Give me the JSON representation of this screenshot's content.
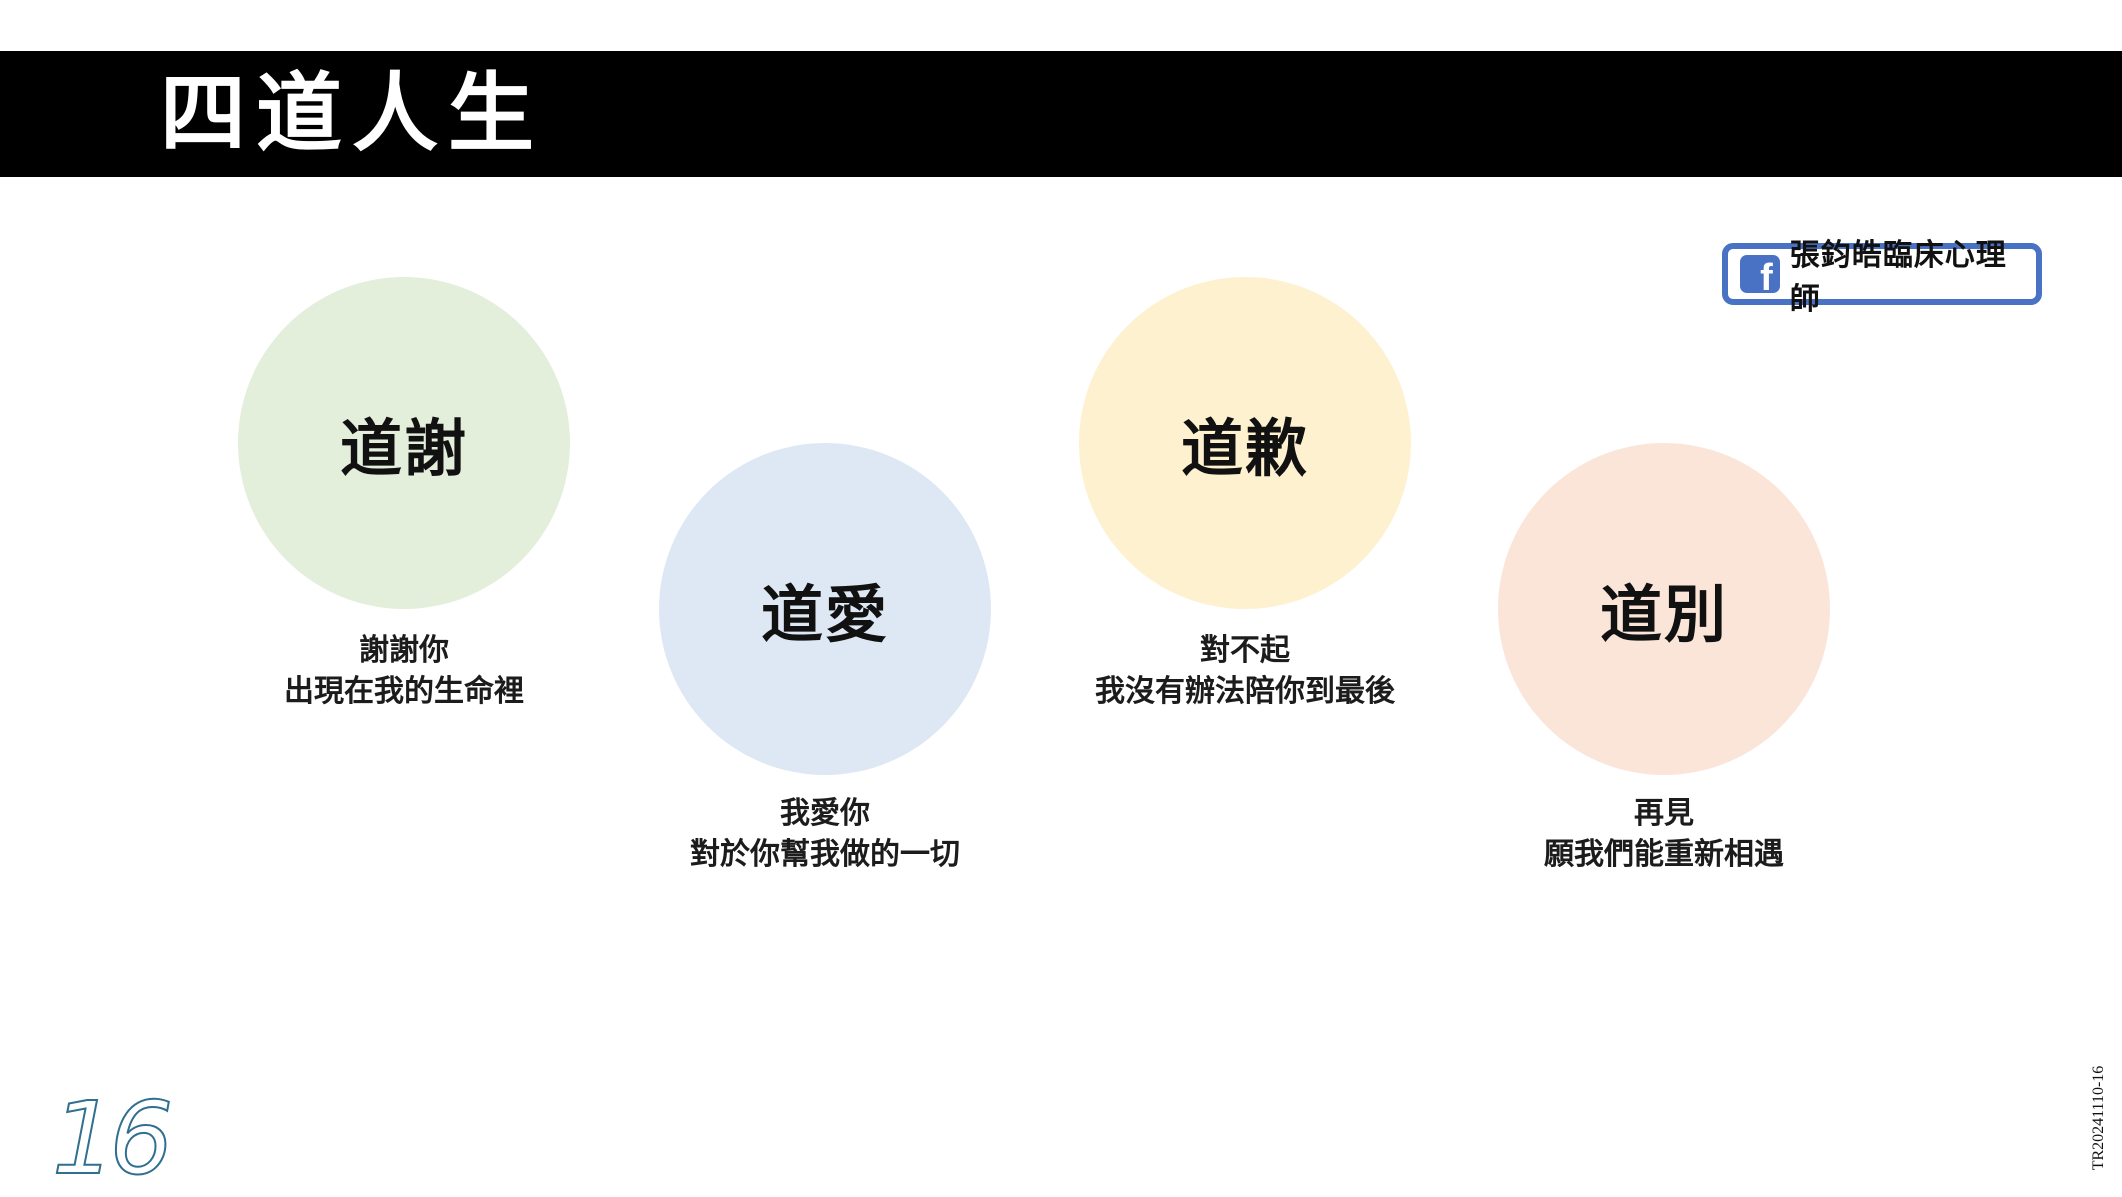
{
  "slide": {
    "title": "四道人生",
    "page_number": "16",
    "doc_code": "TR20241110-16"
  },
  "badge": {
    "icon": "facebook-icon",
    "icon_glyph": "f",
    "name": "張鈞皓臨床心理師",
    "color": "#4a72c4"
  },
  "items": [
    {
      "label": "道謝",
      "color": "#e3eedb",
      "caption_line1": "謝謝你",
      "caption_line2": "出現在我的生命裡"
    },
    {
      "label": "道愛",
      "color": "#dee8f5",
      "caption_line1": "我愛你",
      "caption_line2": "對於你幫我做的一切"
    },
    {
      "label": "道歉",
      "color": "#fdf1cf",
      "caption_line1": "對不起",
      "caption_line2": "我沒有辦法陪你到最後"
    },
    {
      "label": "道別",
      "color": "#fbe5d9",
      "caption_line1": "再見",
      "caption_line2": "願我們能重新相遇"
    }
  ]
}
